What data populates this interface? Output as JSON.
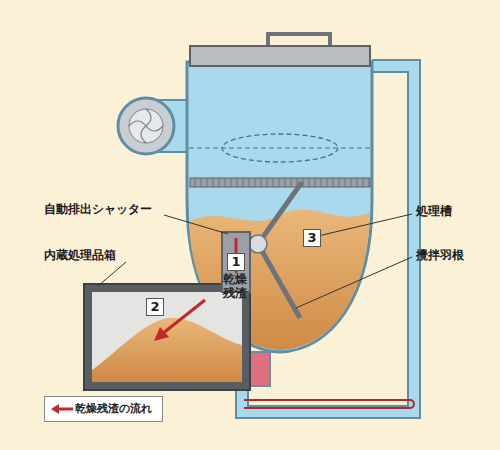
{
  "diagram": {
    "labels": [
      "自動排出シャッター",
      "内蔵処理品箱",
      "処理槽",
      "攪拌羽根",
      "1",
      "乾燥 残渣",
      "2",
      "3"
    ],
    "legend": [
      {
        "text": "乾燥残渣の流れ"
      }
    ]
  }
}
